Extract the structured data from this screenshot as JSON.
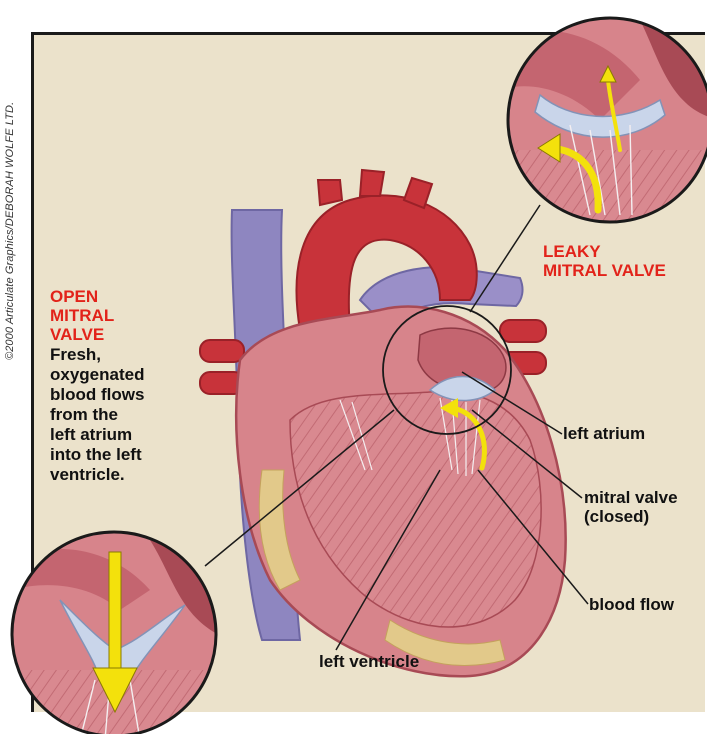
{
  "credit": "©2000 Articulate Graphics/DEBORAH WOLFE LTD.",
  "open_valve": {
    "title_lines": [
      "OPEN",
      "MITRAL",
      "VALVE"
    ],
    "body_lines": [
      "Fresh,",
      "oxygenated",
      "blood flows",
      "from the",
      "left atrium",
      "into the left",
      "ventricle."
    ]
  },
  "leaky_valve": {
    "title_lines": [
      "LEAKY",
      "MITRAL VALVE"
    ]
  },
  "labels": {
    "left_atrium": "left atrium",
    "mitral_valve_lines": [
      "mitral valve",
      "(closed)"
    ],
    "blood_flow": "blood flow",
    "left_ventricle": "left ventricle"
  },
  "colors": {
    "panel": "#ebe2cb",
    "heart": "#d7848b",
    "heart_dark": "#b7545f",
    "aorta": "#c8333a",
    "vein": "#8e86c0",
    "fat": "#e2c98a",
    "arrow": "#f3e10c",
    "accent_red": "#e2231a"
  }
}
